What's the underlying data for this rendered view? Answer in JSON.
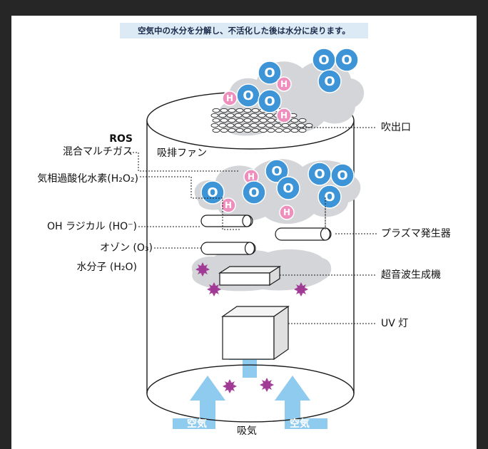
{
  "caption": "空気中の水分を分解し、不活化した後は水分に戻ります。",
  "labels": {
    "ros": "ROS",
    "mixed_gas": "混合マルチガス",
    "h2o2": "気相過酸化水素(H₂O₂)",
    "oh_radical": "OH ラジカル (HO⁻)",
    "ozone": "オゾン (O₃)",
    "water": "水分子 (H₂O)",
    "fan": "吸排ファン",
    "outlet": "吹出口",
    "plasma": "プラズマ発生器",
    "ultrasonic": "超音波生成機",
    "uv": "UV 灯",
    "air_left": "空気",
    "air_right": "空気",
    "intake": "吸気"
  },
  "molecule_letters": {
    "oxygen": "O",
    "hydrogen": "H"
  },
  "colors": {
    "oxygen": "#3d94d6",
    "hydrogen": "#ee8fbe",
    "cloud": "#d3d5d8",
    "arrow": "#8ecbee",
    "microbe": "#a03a94",
    "caption_bg": "#dceaf6",
    "frame": "#262626"
  }
}
